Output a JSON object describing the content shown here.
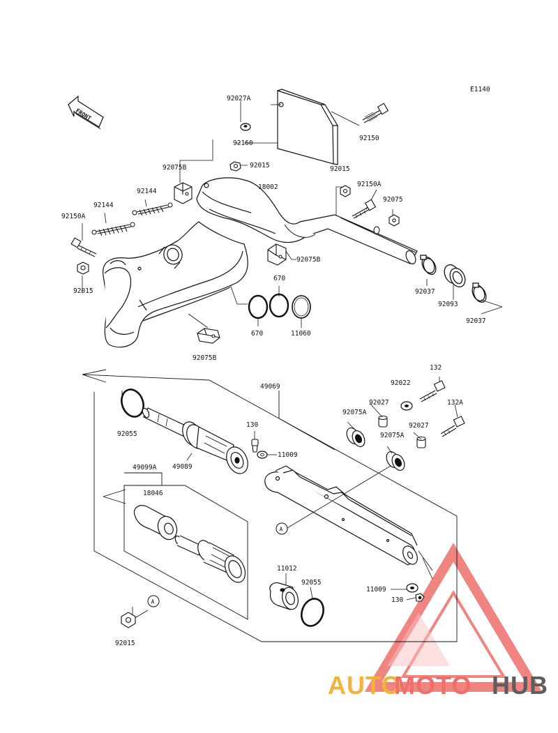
{
  "diagram": {
    "code": "E1140",
    "front_label": "FRONT",
    "callout_a": "A",
    "parts": {
      "p92027A": "92027A",
      "p92150": "92150",
      "p92160": "92160",
      "p92075B_1": "92075B",
      "p92015_1": "92015",
      "p92015_2": "92015",
      "p92150A_1": "92150A",
      "p18002": "18002",
      "p92144_1": "92144",
      "p92144_2": "92144",
      "p92075": "92075",
      "p92150A_2": "92150A",
      "p92015_3": "92015",
      "p92075B_2": "92075B",
      "p670_1": "670",
      "p670_2": "670",
      "p11060": "11060",
      "p92037_1": "92037",
      "p92093": "92093",
      "p92037_2": "92037",
      "p92075B_3": "92075B",
      "p49069": "49069",
      "p132": "132",
      "p92022": "92022",
      "p132A": "132A",
      "p92027_1": "92027",
      "p92075A_1": "92075A",
      "p92027_2": "92027",
      "p92075A_2": "92075A",
      "p92055_1": "92055",
      "p130_1": "130",
      "p11009_1": "11009",
      "p49089": "49089",
      "p49099A": "49099A",
      "p18046": "18046",
      "p11012": "11012",
      "p92055_2": "92055",
      "p11009_2": "11009",
      "p130_2": "130",
      "p92015_4": "92015"
    }
  },
  "watermark": {
    "part1": "AUTO",
    "part2": "MOTO",
    "part3": "HUB",
    "colors": {
      "auto": "#f2b33d",
      "moto": "#ee6f6a",
      "hub": "#5e5e5e",
      "triangle": "#ee6f6a"
    }
  }
}
